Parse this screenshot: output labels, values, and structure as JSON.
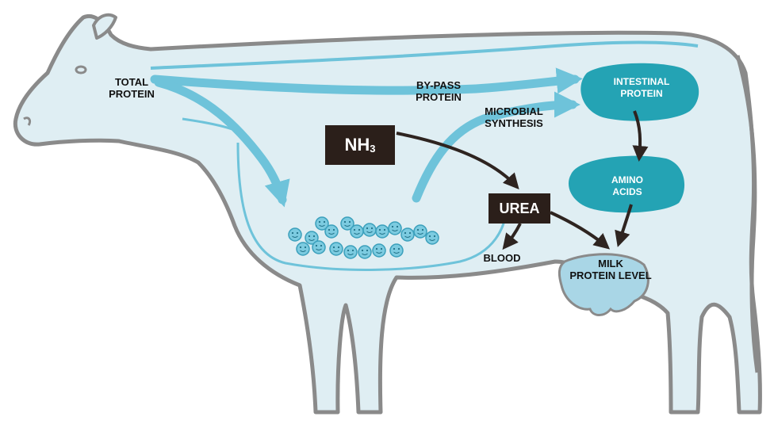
{
  "diagram": {
    "labels": {
      "total_protein": "TOTAL\nPROTEIN",
      "bypass_protein": "BY-PASS\nPROTEIN",
      "microbial_synthesis": "MICROBIAL\nSYNTHESIS",
      "blood": "BLOOD",
      "milk_protein_level": "MILK\nPROTEIN LEVEL"
    },
    "boxes": {
      "nh3": {
        "main": "NH",
        "sub": "3"
      },
      "urea": "UREA"
    },
    "blobs": {
      "intestinal_protein": "INTESTINAL\nPROTEIN",
      "amino_acids": "AMINO\nACIDS"
    },
    "microbe_count": 19
  },
  "colors": {
    "outline": "#8a8a8a",
    "body_fill": "#dfeef3",
    "flow_blue": "#6ec3da",
    "blob_teal": "#24a3b4",
    "box_dark": "#2b1f1a",
    "arrow_dark": "#2e2420",
    "udder": "#a9d6e6"
  }
}
